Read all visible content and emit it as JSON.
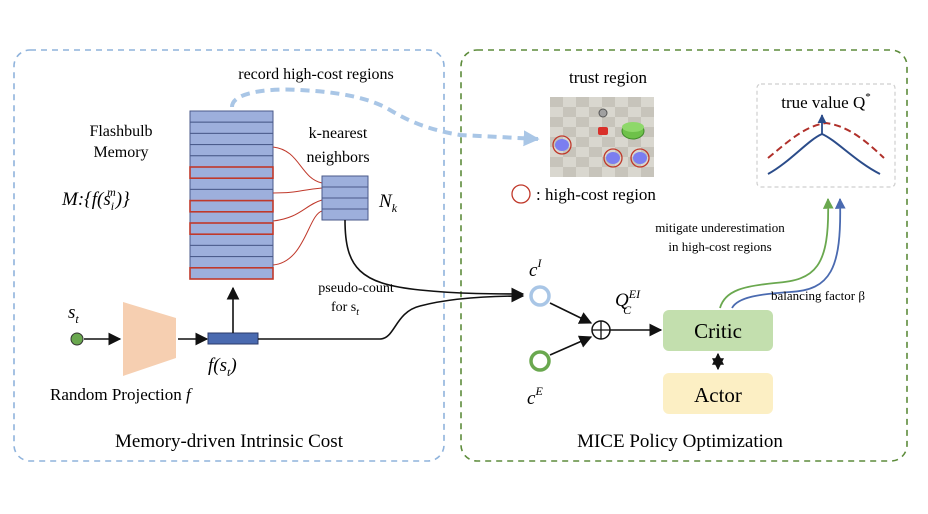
{
  "panels": {
    "left_title": "Memory-driven Intrinsic Cost",
    "right_title": "MICE Policy Optimization"
  },
  "memory": {
    "title_line1": "Flashbulb",
    "title_line2": "Memory",
    "formula_lead": "M:{f(s",
    "formula_sub": "i",
    "formula_sup": "m",
    "formula_tail": ")}",
    "record_label": "record high-cost regions",
    "knn_line1": "k-nearest",
    "knn_line2": "neighbors",
    "nk_symbol": "N",
    "nk_sub": "k",
    "slots": 15,
    "highlighted_slots": [
      5,
      8,
      10,
      14
    ]
  },
  "projection": {
    "state_symbol": "s",
    "state_sub": "t",
    "label": "Random Projection",
    "func_symbol": "f",
    "fs_lead": "f(s",
    "fs_sub": "t",
    "fs_tail": ")",
    "pseudo_line1": "pseudo-count",
    "pseudo_line2_lead": "for s",
    "pseudo_line2_sub": "t"
  },
  "cost": {
    "intrinsic_symbol": "c",
    "intrinsic_sup": "I",
    "extrinsic_symbol": "c",
    "extrinsic_sup": "E",
    "sum_symbol": "+",
    "q_symbol": "Q",
    "q_sub": "C",
    "q_sup": "EI"
  },
  "trust": {
    "title": "trust region",
    "legend": ": high-cost region"
  },
  "critic": {
    "label": "Critic"
  },
  "actor": {
    "label": "Actor"
  },
  "truevalue": {
    "label": "true value Q",
    "sup": "*"
  },
  "annotations": {
    "mitigate_line1": "mitigate underestimation",
    "mitigate_line2": "in high-cost regions",
    "balancing": "balancing factor β"
  },
  "colors": {
    "memory_fill": "#9dafdc",
    "memory_stroke": "#4a5a8a",
    "highlight": "#c0392b",
    "critic_fill": "#c3dfae",
    "actor_fill": "#fcefc4",
    "projection_fill": "#f6cfb1",
    "left_border": "#8fb3dc",
    "right_border": "#5d8c3b",
    "dashed_arrow": "#a9c6e6",
    "intrinsic_ring": "#a9c6e6",
    "extrinsic_ring": "#6aa84f",
    "curve_estimate": "#2b4c8a",
    "curve_true": "#b0302a"
  }
}
